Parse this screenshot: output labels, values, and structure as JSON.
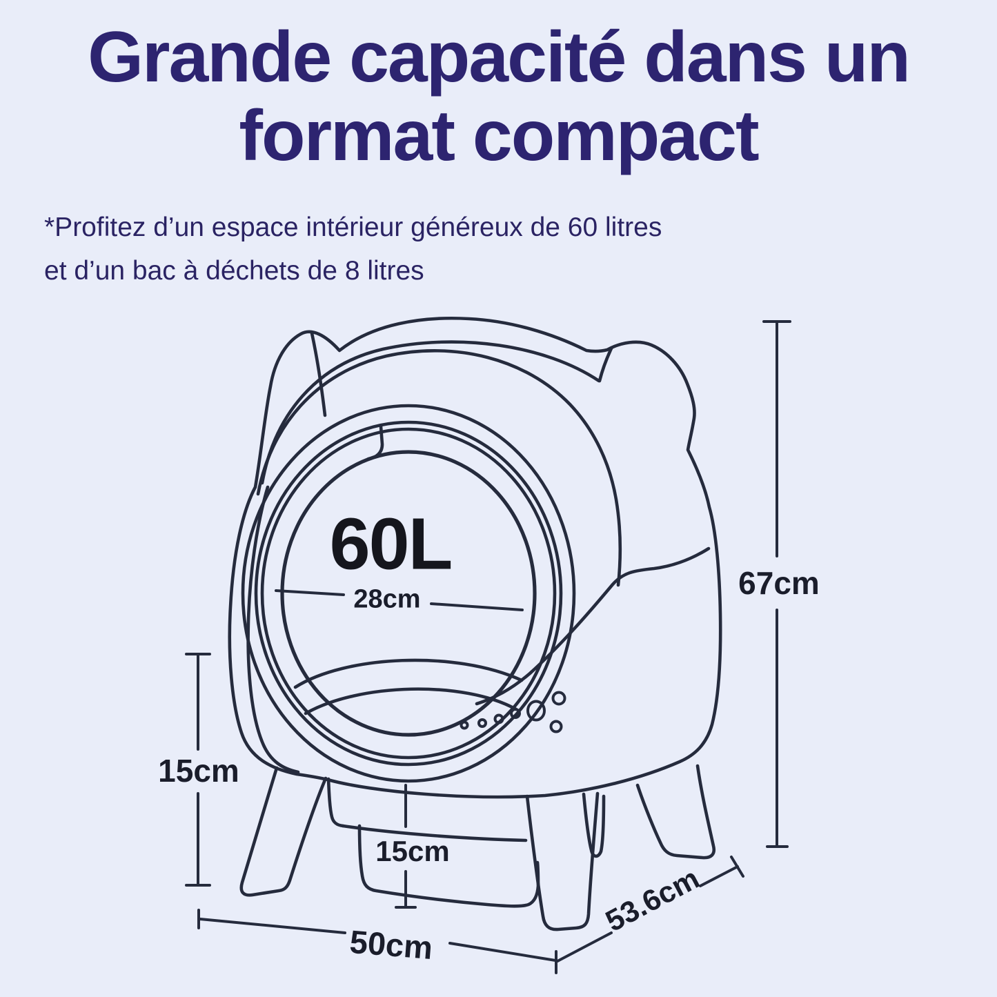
{
  "page": {
    "background_color": "#e9edf9",
    "line_color": "#252b3d",
    "title_color": "#2d2470",
    "label_color": "#1a1d2b"
  },
  "header": {
    "title_line1": "Grande capacité dans un",
    "title_line2": "format compact"
  },
  "subtitle": {
    "line1": "*Profitez d’un espace intérieur généreux de 60 litres",
    "line2": "et d’un bac à déchets de 8 litres"
  },
  "diagram": {
    "illustration": "cat-litter-box-line-art",
    "capacity_label": "60L",
    "dimensions": {
      "opening_diameter": "28cm",
      "height": "67cm",
      "leg_height": "15cm",
      "drawer_height": "15cm",
      "width": "50cm",
      "depth": "53.6cm"
    }
  }
}
